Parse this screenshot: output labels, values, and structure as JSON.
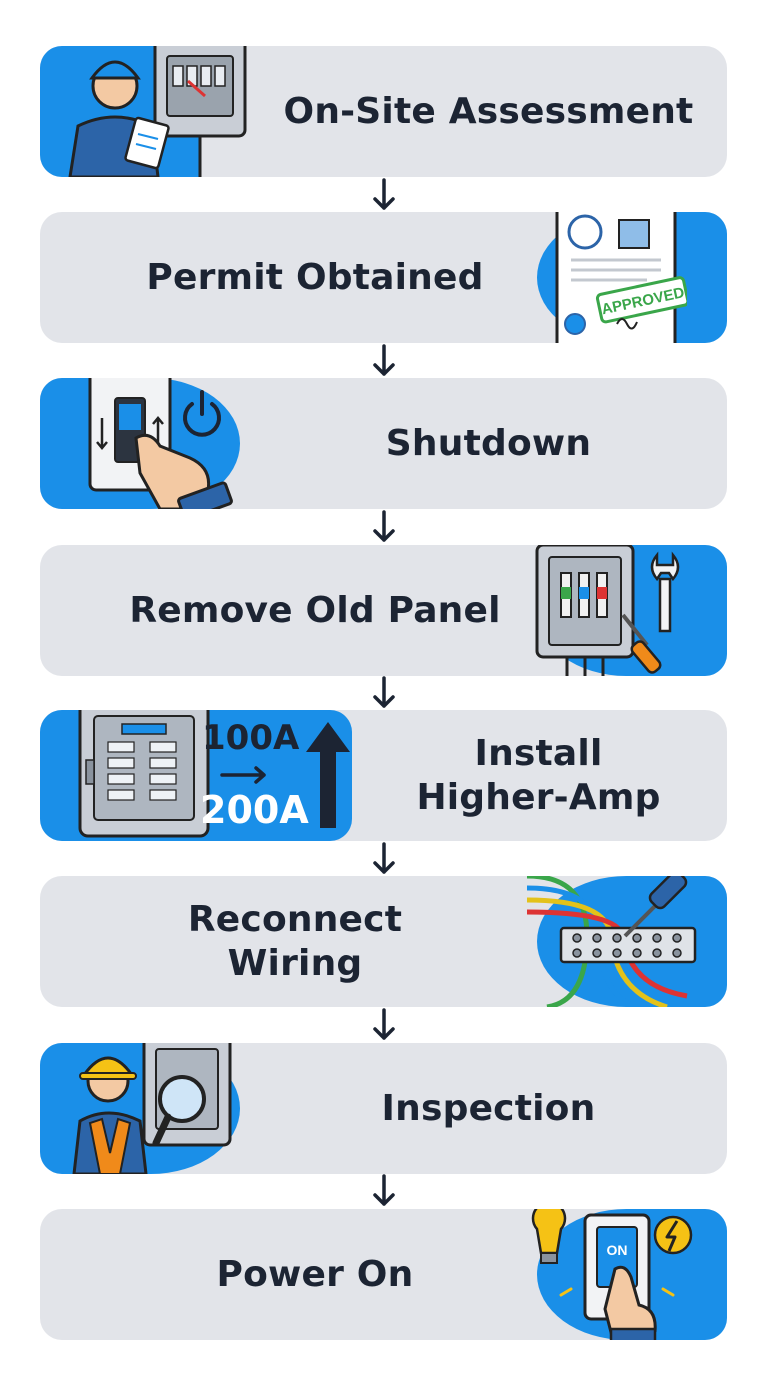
{
  "steps": [
    {
      "label": "On-Site Assessment"
    },
    {
      "label": "Permit Obtained",
      "stamp": "APPROVED"
    },
    {
      "label": "Shutdown"
    },
    {
      "label": "Remove Old Panel"
    },
    {
      "label_line1": "Install",
      "label_line2": "Higher-Amp",
      "amp_from": "100A",
      "amp_to": "200A"
    },
    {
      "label_line1": "Reconnect",
      "label_line2": "Wiring"
    },
    {
      "label": "Inspection"
    },
    {
      "label": "Power On",
      "switch_text": "ON"
    }
  ],
  "colors": {
    "accent": "#1a8fe8",
    "card": "#e2e4e9",
    "text": "#1c2433"
  }
}
